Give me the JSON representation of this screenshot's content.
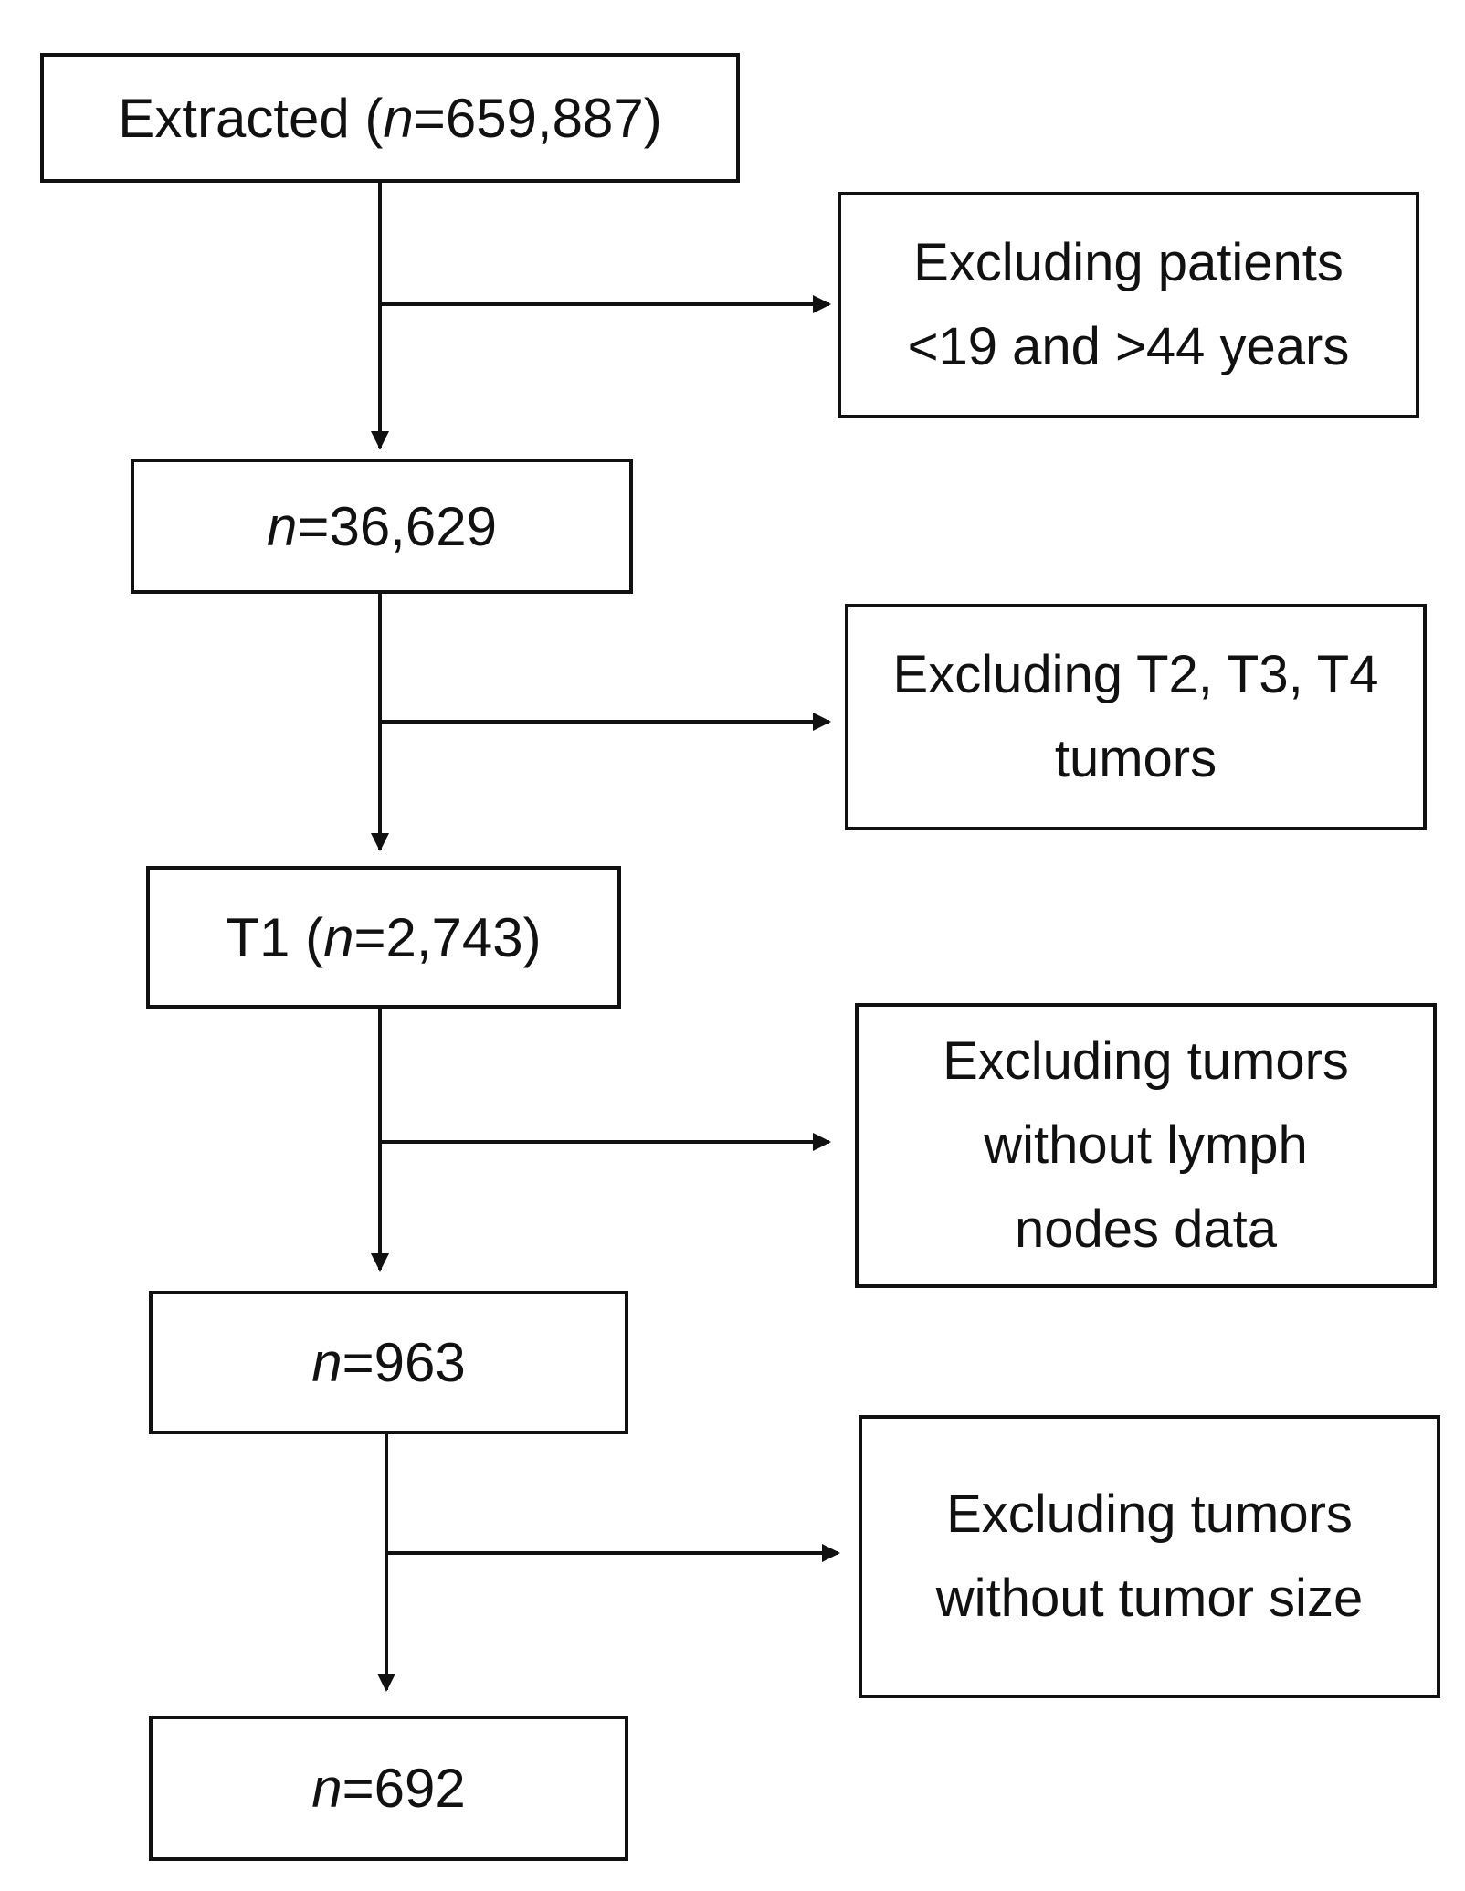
{
  "flowchart": {
    "steps": [
      {
        "before": "Extracted (",
        "n_symbol": "n",
        "after": "=659,887)"
      },
      {
        "before": "",
        "n_symbol": "n",
        "after": "=36,629"
      },
      {
        "before": "T1 (",
        "n_symbol": "n",
        "after": "=2,743)"
      },
      {
        "before": "",
        "n_symbol": "n",
        "after": "=963"
      },
      {
        "before": "",
        "n_symbol": "n",
        "after": "=692"
      }
    ],
    "exclusions": [
      {
        "lines": [
          "Excluding patients",
          "<19 and >44 years"
        ]
      },
      {
        "lines": [
          "Excluding T2, T3, T4",
          "tumors"
        ]
      },
      {
        "lines": [
          "Excluding tumors",
          "without lymph",
          "nodes data"
        ]
      },
      {
        "lines": [
          "Excluding tumors",
          "without tumor size"
        ]
      }
    ]
  },
  "colors": {
    "stroke": "#111111",
    "background": "#ffffff"
  }
}
